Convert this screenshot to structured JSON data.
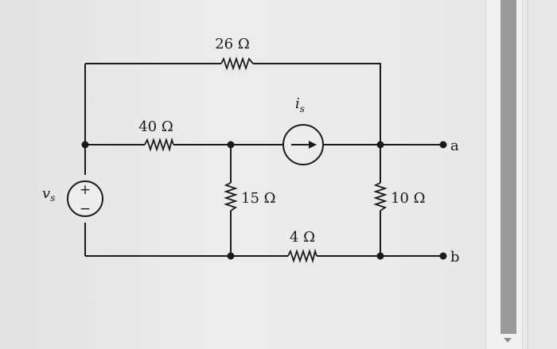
{
  "resistors": {
    "r26": "26 Ω",
    "r40": "40 Ω",
    "r15": "15 Ω",
    "r10": "10 Ω",
    "r4": "4 Ω"
  },
  "sources": {
    "voltage_label": "v",
    "voltage_subscript": "s",
    "voltage_plus": "+",
    "voltage_minus": "−",
    "current_label": "i",
    "current_subscript": "s"
  },
  "terminals": {
    "a": "a",
    "b": "b"
  }
}
